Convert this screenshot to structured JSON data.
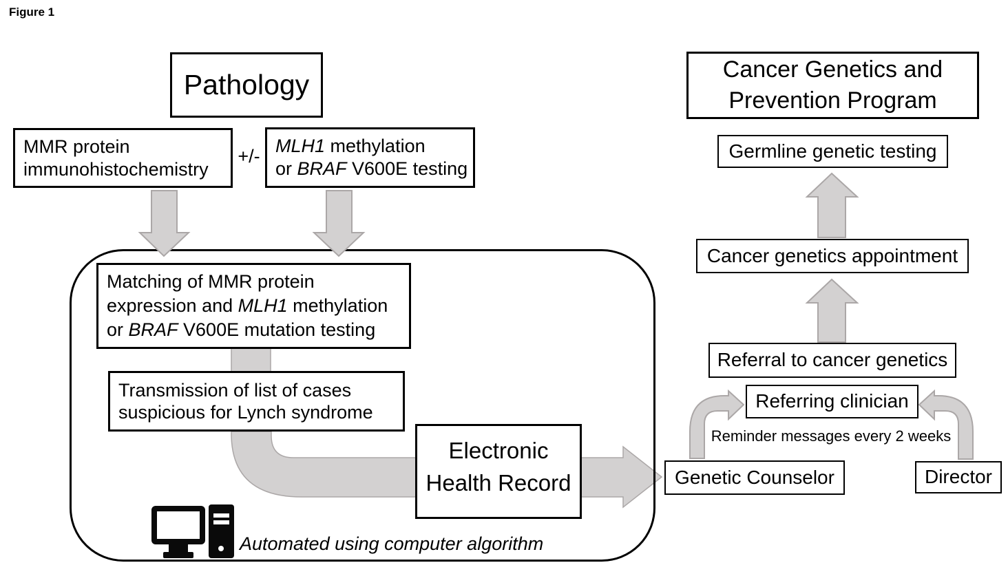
{
  "figure_label": "Figure 1",
  "colors": {
    "arrow_fill": "#d3d1d1",
    "arrow_stroke": "#aba7a7"
  },
  "pathology_box": {
    "title": "Pathology"
  },
  "mmr_box": {
    "line1": "MMR protein",
    "line2": "immunohistochemistry"
  },
  "plus_minus": "+/-",
  "mlh1_box": {
    "line1_gene": "MLH1",
    "line1_rest": " methylation",
    "line2_pre": "or ",
    "line2_gene": "BRAF",
    "line2_rest": " V600E testing"
  },
  "algorithm_panel": {
    "matching_box": {
      "line1": "Matching of MMR protein",
      "line2_pre": "expression and ",
      "line2_gene": "MLH1",
      "line2_rest": " methylation",
      "line3_pre": "or ",
      "line3_gene": "BRAF",
      "line3_rest": " V600E mutation testing"
    },
    "transmission_box": {
      "line1": "Transmission of list of cases",
      "line2": "suspicious for Lynch syndrome"
    },
    "ehr_box": {
      "line1": "Electronic",
      "line2": "Health Record"
    },
    "caption": "Automated using computer algorithm"
  },
  "program_panel": {
    "header_box": {
      "line1": "Cancer Genetics and",
      "line2": "Prevention Program"
    },
    "germline_box": "Germline genetic testing",
    "appointment_box": "Cancer genetics appointment",
    "referral_box": "Referral to cancer genetics",
    "referring_box": "Referring clinician",
    "reminder_note": "Reminder messages every 2 weeks",
    "counselor_box": "Genetic Counselor",
    "director_box": "Director"
  }
}
